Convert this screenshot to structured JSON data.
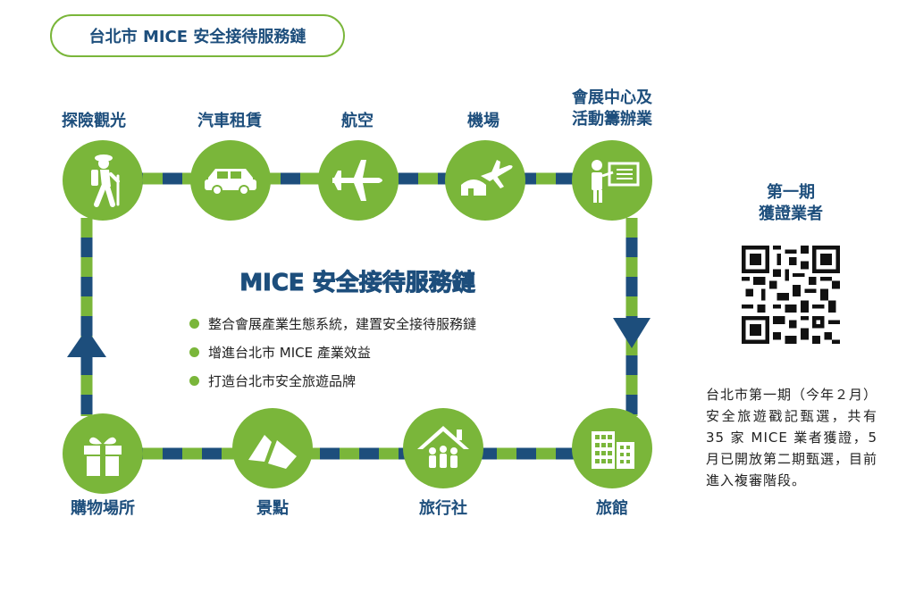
{
  "header": {
    "title": "台北市 MICE 安全接待服務鏈"
  },
  "nodes": {
    "tourism": "探險觀光",
    "car_rental": "汽車租賃",
    "airline": "航空",
    "airport": "機場",
    "convention": "會展中心及活動籌辦業",
    "convention_line1": "會展中心及",
    "convention_line2": "活動籌辦業",
    "shopping": "購物場所",
    "attractions": "景點",
    "travel_agency": "旅行社",
    "hotel": "旅館"
  },
  "center": {
    "title": "MICE 安全接待服務鏈",
    "bullets": [
      "整合會展產業生態系統，建置安全接待服務鏈",
      "增進台北市 MICE 產業效益",
      "打造台北市安全旅遊品牌"
    ]
  },
  "sidebar": {
    "qr_title_line1": "第一期",
    "qr_title_line2": "獲證業者",
    "note": "台北市第一期（今年２月）安全旅遊戳記甄選，共有 35 家 MICE 業者獲證，5 月已開放第二期甄選，目前進入複審階段。"
  },
  "colors": {
    "green": "#7ab63a",
    "navy": "#1d4e7c"
  }
}
